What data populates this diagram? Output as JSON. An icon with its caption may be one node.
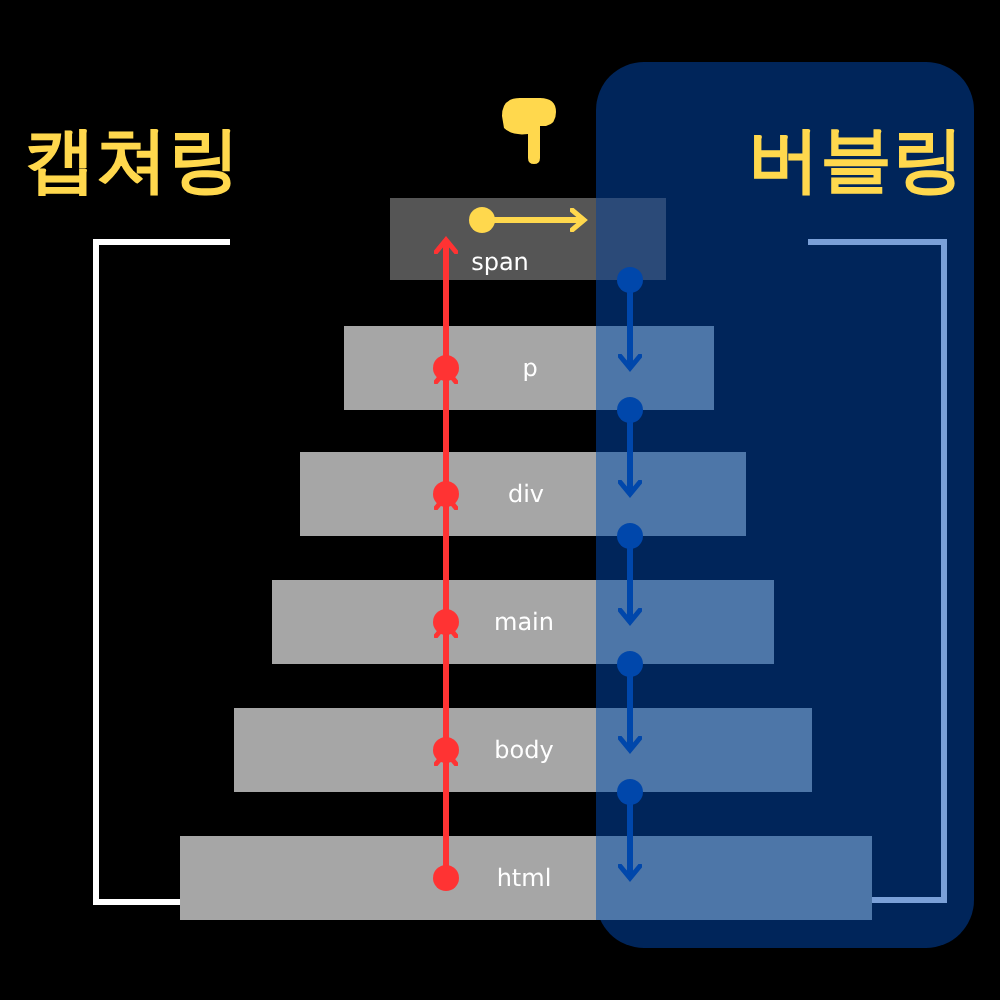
{
  "diagram": {
    "nodes": [
      {
        "text": [
          "span"
        ]
      },
      {
        "text": [
          "p"
        ]
      },
      {
        "text": [
          "div"
        ]
      },
      {
        "text": [
          "main"
        ]
      },
      {
        "text": [
          "body"
        ]
      },
      {
        "text": [
          "html"
        ]
      }
    ],
    "edges": [
      {
        "from": 5,
        "to": 4,
        "arrow": "to",
        "color": "#ff3333"
      },
      {
        "from": 4,
        "to": 3,
        "arrow": "to",
        "color": "#ff3333"
      },
      {
        "from": 3,
        "to": 2,
        "arrow": "to",
        "color": "#ff3333"
      },
      {
        "from": 2,
        "to": 1,
        "arrow": "to",
        "color": "#ff3333"
      },
      {
        "from": 1,
        "to": 0,
        "arrow": "to",
        "color": "#ff3333"
      },
      {
        "from": 0,
        "to": 1,
        "arrow": "to",
        "color": "#0047ab"
      },
      {
        "from": 1,
        "to": 2,
        "arrow": "to",
        "color": "#0047ab"
      },
      {
        "from": 2,
        "to": 3,
        "arrow": "to",
        "color": "#0047ab"
      },
      {
        "from": 3,
        "to": 4,
        "arrow": "to",
        "color": "#0047ab"
      },
      {
        "from": 4,
        "to": 5,
        "arrow": "to",
        "color": "#0047ab"
      }
    ],
    "labels": [
      "캡쳐링",
      "버블링"
    ]
  }
}
